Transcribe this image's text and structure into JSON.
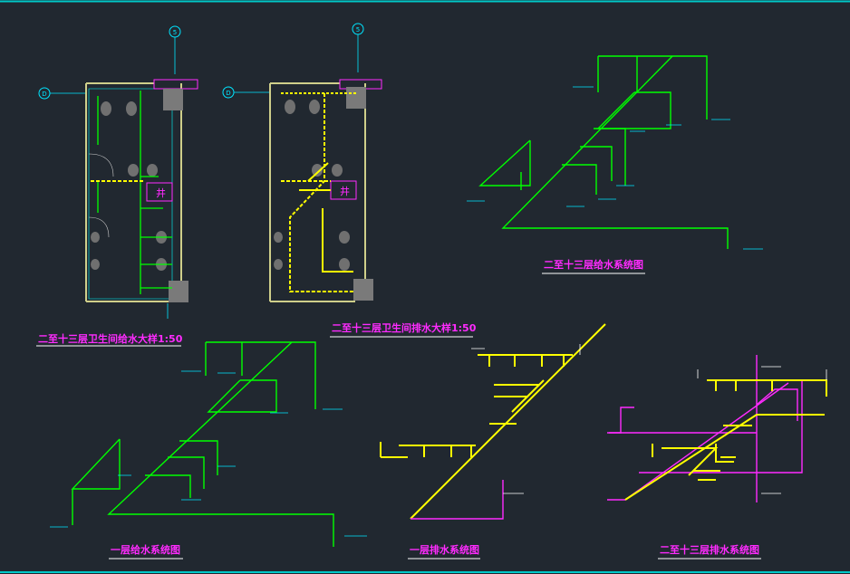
{
  "captions": {
    "plan_supply": "二至十三层卫生间给水大样1:50",
    "plan_drain": "二至十三层卫生间排水大样1:50",
    "iso_supply_upper": "二至十三层给水系统图",
    "iso_supply_ground": "一层给水系统图",
    "iso_drain_ground": "一层排水系统图",
    "iso_drain_upper": "二至十三层排水系统图"
  },
  "axis_bubbles": {
    "axis_5": "5",
    "axis_d": "D"
  },
  "shaft_label": "井",
  "colors": {
    "background": "#212830",
    "water_supply": "#00ff00",
    "drainage": "#ffff00",
    "vent": "#ff2bff",
    "fixture": "#8a8a8a",
    "annotation": "#00e5ff",
    "frame": "#00c8c8"
  }
}
